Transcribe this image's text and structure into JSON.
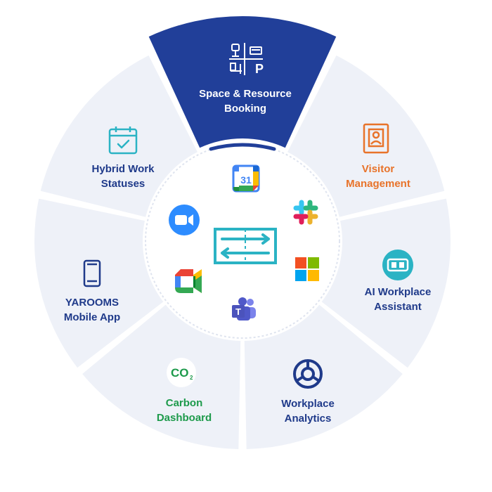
{
  "colors": {
    "segment_fill": "#eef1f8",
    "highlight_fill": "#213f99",
    "dark_text": "#1f3a8a",
    "orange": "#e8732a",
    "teal": "#2bb3c4",
    "green": "#1d9a4b",
    "hub_fill": "#ffffff",
    "connector": "#2bb3c4"
  },
  "segments": [
    {
      "id": "space-resource-booking",
      "line1": "Space & Resource",
      "line2": "Booking",
      "highlight": true,
      "color": "#ffffff",
      "icon": "desk-parking-icon"
    },
    {
      "id": "visitor-management",
      "line1": "Visitor",
      "line2": "Management",
      "highlight": false,
      "color": "#e8732a",
      "icon": "visitor-badge-icon"
    },
    {
      "id": "ai-workplace-assistant",
      "line1": "AI Workplace",
      "line2": "Assistant",
      "highlight": false,
      "color": "#1f3a8a",
      "icon": "ai-assistant-icon"
    },
    {
      "id": "workplace-analytics",
      "line1": "Workplace",
      "line2": "Analytics",
      "highlight": false,
      "color": "#1f3a8a",
      "icon": "analytics-donut-icon"
    },
    {
      "id": "carbon-dashboard",
      "line1": "Carbon",
      "line2": "Dashboard",
      "highlight": false,
      "color": "#1d9a4b",
      "icon": "co2-icon"
    },
    {
      "id": "yarooms-mobile-app",
      "line1": "YAROOMS",
      "line2": "Mobile App",
      "highlight": false,
      "color": "#1f3a8a",
      "icon": "mobile-phone-icon"
    },
    {
      "id": "hybrid-work-statuses",
      "line1": "Hybrid Work",
      "line2": "Statuses",
      "highlight": false,
      "color": "#1f3a8a",
      "icon": "calendar-check-icon"
    }
  ],
  "hub": {
    "calendar_number": "31",
    "co2_text": "CO",
    "co2_sub": "2",
    "parking_letter": "P",
    "integrations": [
      "google-calendar-icon",
      "slack-icon",
      "microsoft-icon",
      "teams-icon",
      "google-meet-icon",
      "zoom-icon"
    ],
    "center_icon": "sync-connector-icon"
  }
}
